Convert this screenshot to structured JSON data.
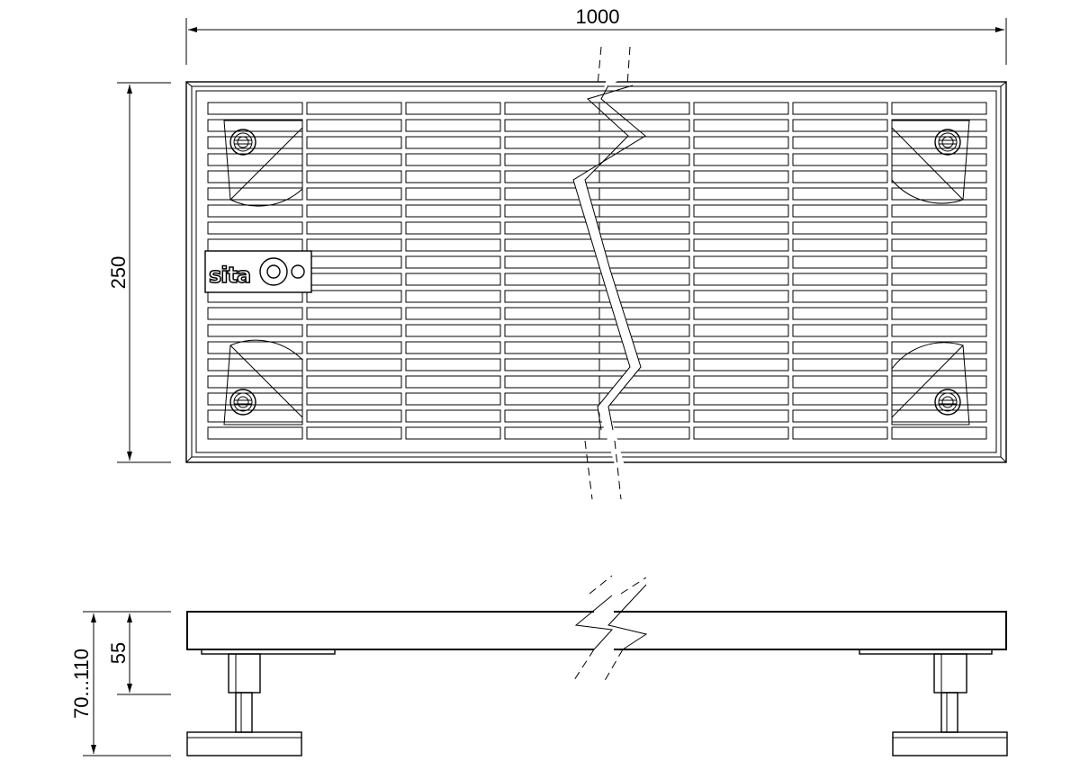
{
  "dimensions": {
    "width_top": "1000",
    "height_plan": "250",
    "height_inner": "55",
    "height_range": "70...110"
  },
  "logo": {
    "text": "sita"
  }
}
